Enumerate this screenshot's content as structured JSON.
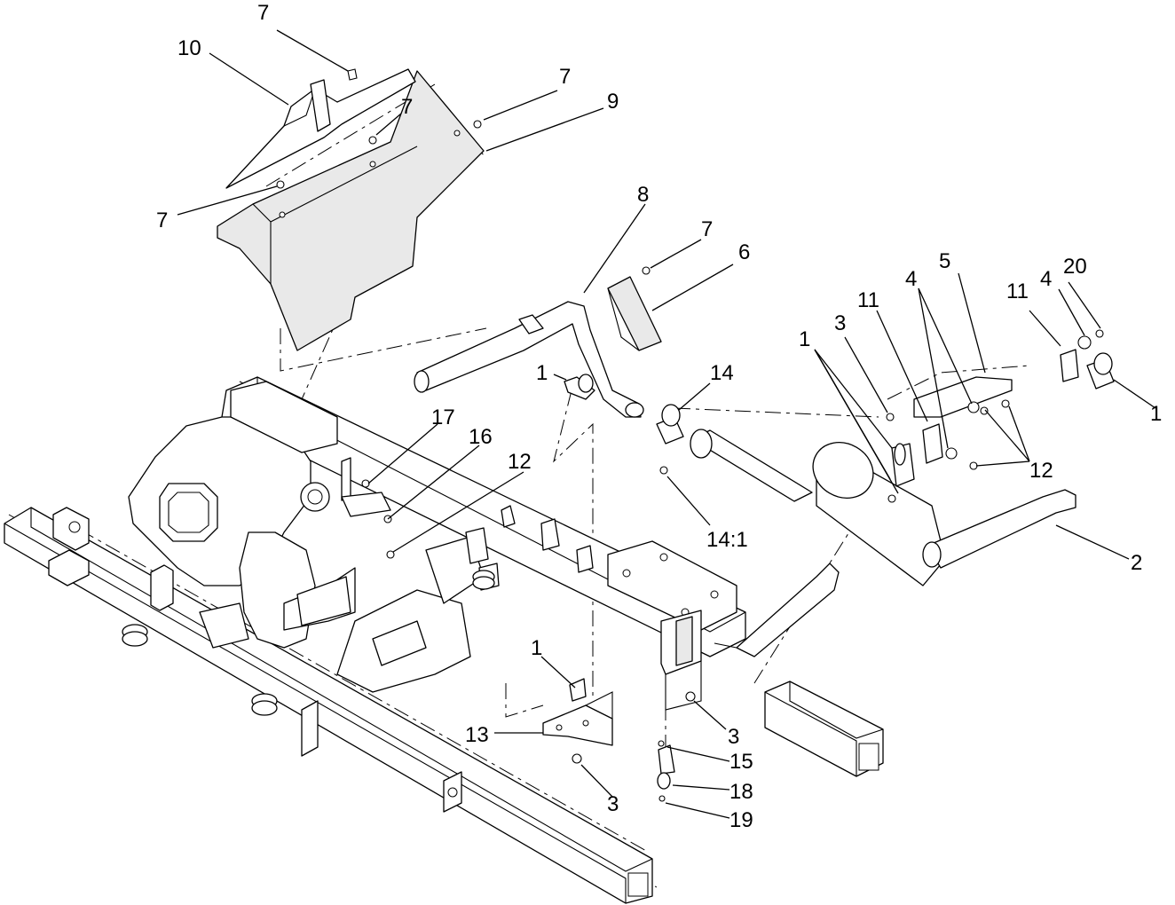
{
  "callouts": [
    "7",
    "10",
    "7",
    "9",
    "7",
    "7",
    "8",
    "7",
    "6",
    "20",
    "5",
    "11",
    "4",
    "4",
    "11",
    "3",
    "1",
    "1",
    "12",
    "2",
    "1",
    "14",
    "14:1",
    "17",
    "16",
    "12",
    "1",
    "13",
    "3",
    "3",
    "15",
    "18",
    "19"
  ]
}
